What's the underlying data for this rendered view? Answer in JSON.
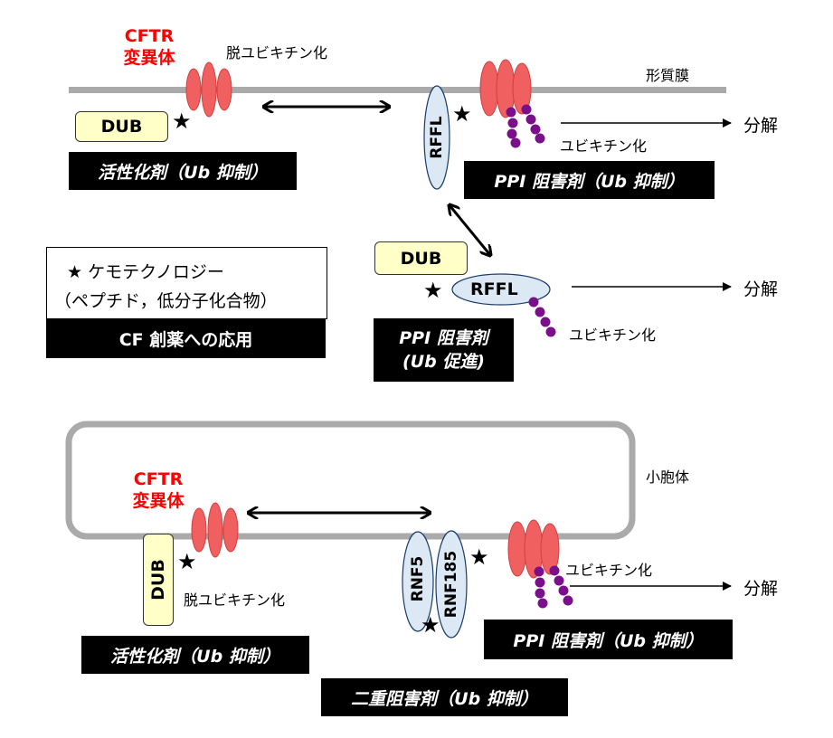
{
  "top": {
    "cftr_line1": "CFTR",
    "cftr_line2": "変異体",
    "deubiquitination": "脱ユビキチン化",
    "membrane": "形質膜",
    "dub": "DUB",
    "activator": "活性化剤（Ub 抑制）",
    "rffl": "RFFL",
    "ubiquitination": "ユビキチン化",
    "degradation": "分解",
    "ppi_inhibitor": "PPI 阻害剤（Ub 抑制）"
  },
  "middle": {
    "dub": "DUB",
    "rffl": "RFFL",
    "degradation": "分解",
    "ubiquitination": "ユビキチン化",
    "ppi_line1": "PPI 阻害剤",
    "ppi_line2": "(Ub 促進)"
  },
  "legend": {
    "line1": "★ ケモテクノロジー",
    "line2": "（ペプチド，低分子化合物）",
    "application": "CF 創薬への応用"
  },
  "er": {
    "organelle": "小胞体",
    "cftr_line1": "CFTR",
    "cftr_line2": "変異体",
    "dub": "DUB",
    "deubiquitination": "脱ユビキチン化",
    "activator": "活性化剤（Ub 抑制）",
    "rnf5": "RNF5",
    "rnf185": "RNF185",
    "ubiquitination": "ユビキチン化",
    "degradation": "分解",
    "ppi_inhibitor": "PPI 阻害剤（Ub 抑制）",
    "dual_inhibitor": "二重阻害剤（Ub 抑制）"
  },
  "colors": {
    "cftr_red": "#ff0000",
    "protein_fill": "#f06060",
    "ubiquitin_purple": "#7a0f8a",
    "membrane_gray": "#aaaaaa",
    "dub_fill": "#ffffc8",
    "ligase_fill": "#dde8f5"
  }
}
